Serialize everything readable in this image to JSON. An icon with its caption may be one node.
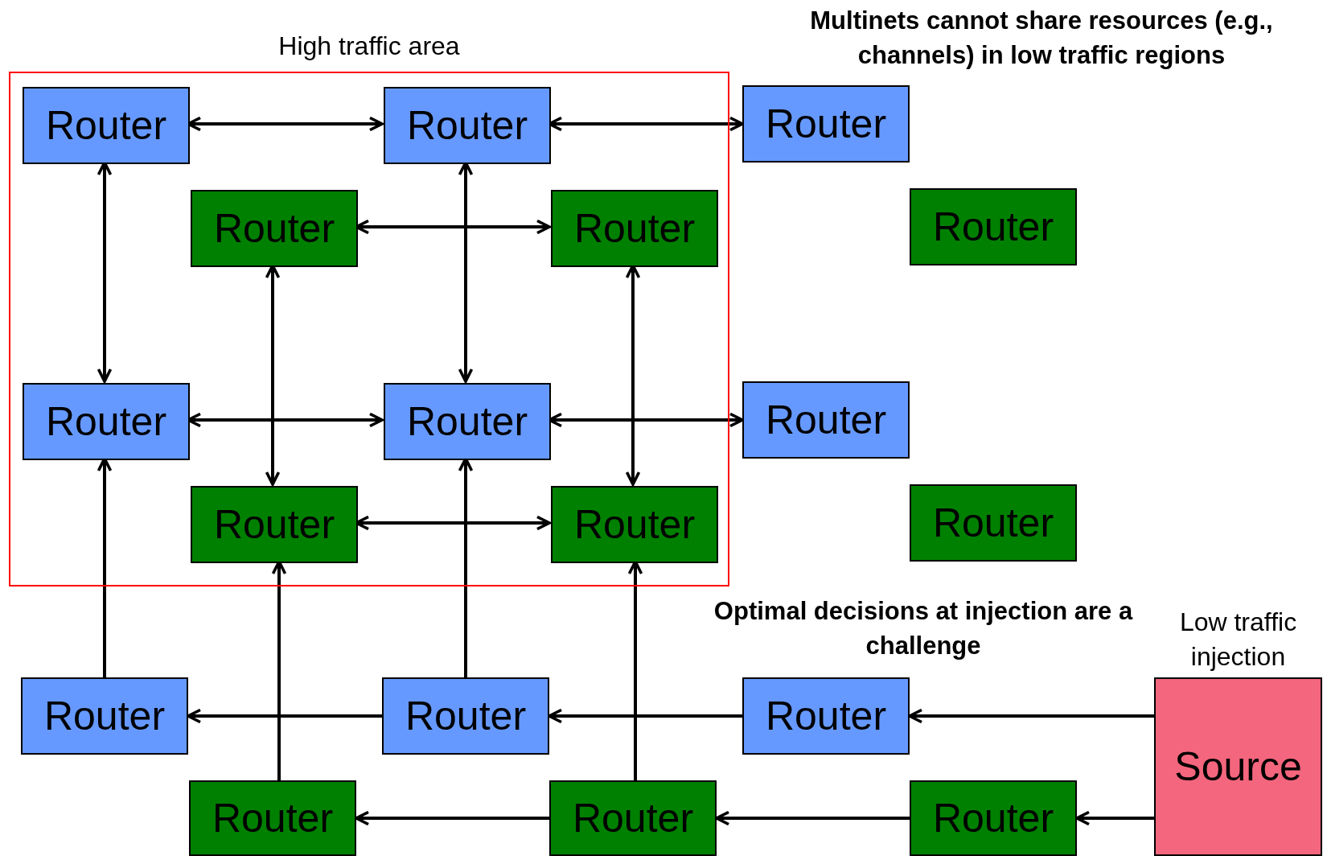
{
  "diagram": {
    "nodes": [
      {
        "text": [
          "High traffic area"
        ]
      },
      {
        "text": [
          "Router"
        ],
        "in": 0
      },
      {
        "text": [
          "Router"
        ],
        "in": 0
      },
      {
        "text": [
          "Router"
        ]
      },
      {
        "text": [
          "Router"
        ],
        "in": 0
      },
      {
        "text": [
          "Router"
        ],
        "in": 0
      },
      {
        "text": [
          "Router"
        ]
      },
      {
        "text": [
          "Router"
        ],
        "in": 0
      },
      {
        "text": [
          "Router"
        ],
        "in": 0
      },
      {
        "text": [
          "Router"
        ]
      },
      {
        "text": [
          "Router"
        ],
        "in": 0
      },
      {
        "text": [
          "Router"
        ],
        "in": 0
      },
      {
        "text": [
          "Router"
        ]
      },
      {
        "text": [
          "Router"
        ]
      },
      {
        "text": [
          "Router"
        ]
      },
      {
        "text": [
          "Router"
        ]
      },
      {
        "text": [
          "Source"
        ],
        "beside": [
          "Low traffic injection"
        ]
      },
      {
        "text": [
          "Router"
        ]
      },
      {
        "text": [
          "Router"
        ]
      },
      {
        "text": [
          "Router"
        ]
      }
    ],
    "edges": [
      {
        "from": 1,
        "to": 2,
        "arrow": "both"
      },
      {
        "from": 2,
        "to": 3,
        "arrow": "both"
      },
      {
        "from": 1,
        "to": 7,
        "arrow": "both"
      },
      {
        "from": 2,
        "to": 8,
        "arrow": "both"
      },
      {
        "from": 4,
        "to": 5,
        "arrow": "both"
      },
      {
        "from": 4,
        "to": 10,
        "arrow": "both"
      },
      {
        "from": 5,
        "to": 11,
        "arrow": "both"
      },
      {
        "from": 7,
        "to": 8,
        "arrow": "both"
      },
      {
        "from": 8,
        "to": 9,
        "arrow": "both"
      },
      {
        "from": 10,
        "to": 11,
        "arrow": "both"
      },
      {
        "from": 13,
        "to": 7,
        "arrow": "to"
      },
      {
        "from": 14,
        "to": 8,
        "arrow": "to"
      },
      {
        "from": 17,
        "to": 10,
        "arrow": "to"
      },
      {
        "from": 18,
        "to": 11,
        "arrow": "to"
      },
      {
        "from": 14,
        "to": 13,
        "arrow": "to"
      },
      {
        "from": 15,
        "to": 14,
        "arrow": "to"
      },
      {
        "from": 16,
        "to": 15,
        "arrow": "to"
      },
      {
        "from": 18,
        "to": 17,
        "arrow": "to"
      },
      {
        "from": 19,
        "to": 18,
        "arrow": "to"
      },
      {
        "from": 16,
        "to": 19,
        "arrow": "to"
      }
    ],
    "labels": [
      "Multinets cannot share resources (e.g., channels) in low traffic regions",
      "Optimal decisions at injection are a challenge"
    ]
  }
}
